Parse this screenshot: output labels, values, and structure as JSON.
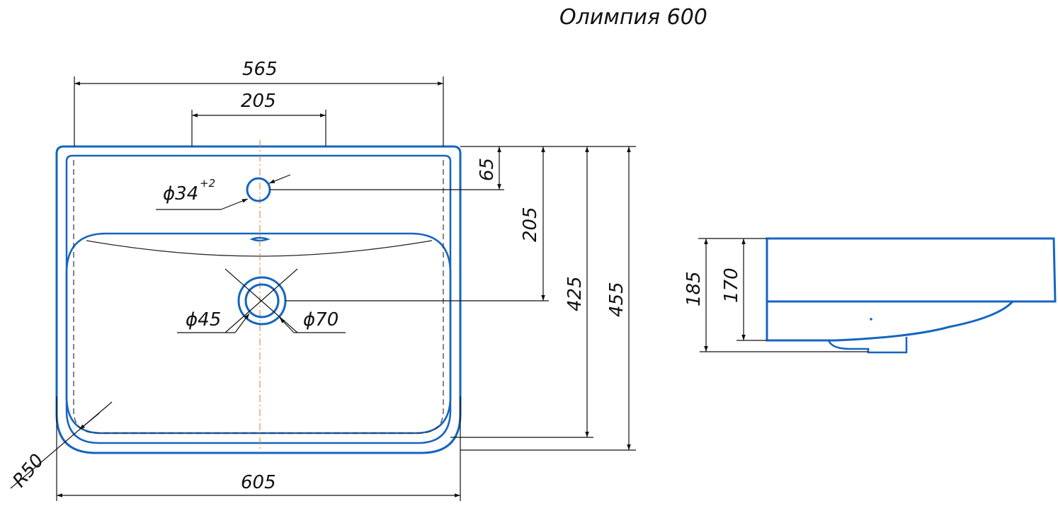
{
  "title": "Олимпия 600",
  "colors": {
    "outline": "#1565c0",
    "dimension": "#111111",
    "centerline": "#e07a2a",
    "background": "#ffffff"
  },
  "plan_view": {
    "dimensions": {
      "inner_width": "565",
      "tap_spacing": "205",
      "outer_width": "605",
      "edge_to_tap": "65",
      "edge_to_drain": "205",
      "inner_depth": "425",
      "outer_depth": "455",
      "corner_radius": "R50"
    },
    "tap_hole": {
      "diameter": "ϕ34",
      "tolerance": "+2"
    },
    "drain": {
      "inner_diameter": "ϕ45",
      "outer_diameter": "ϕ70"
    }
  },
  "side_view": {
    "dimensions": {
      "total_height": "185",
      "bowl_height": "170"
    }
  }
}
